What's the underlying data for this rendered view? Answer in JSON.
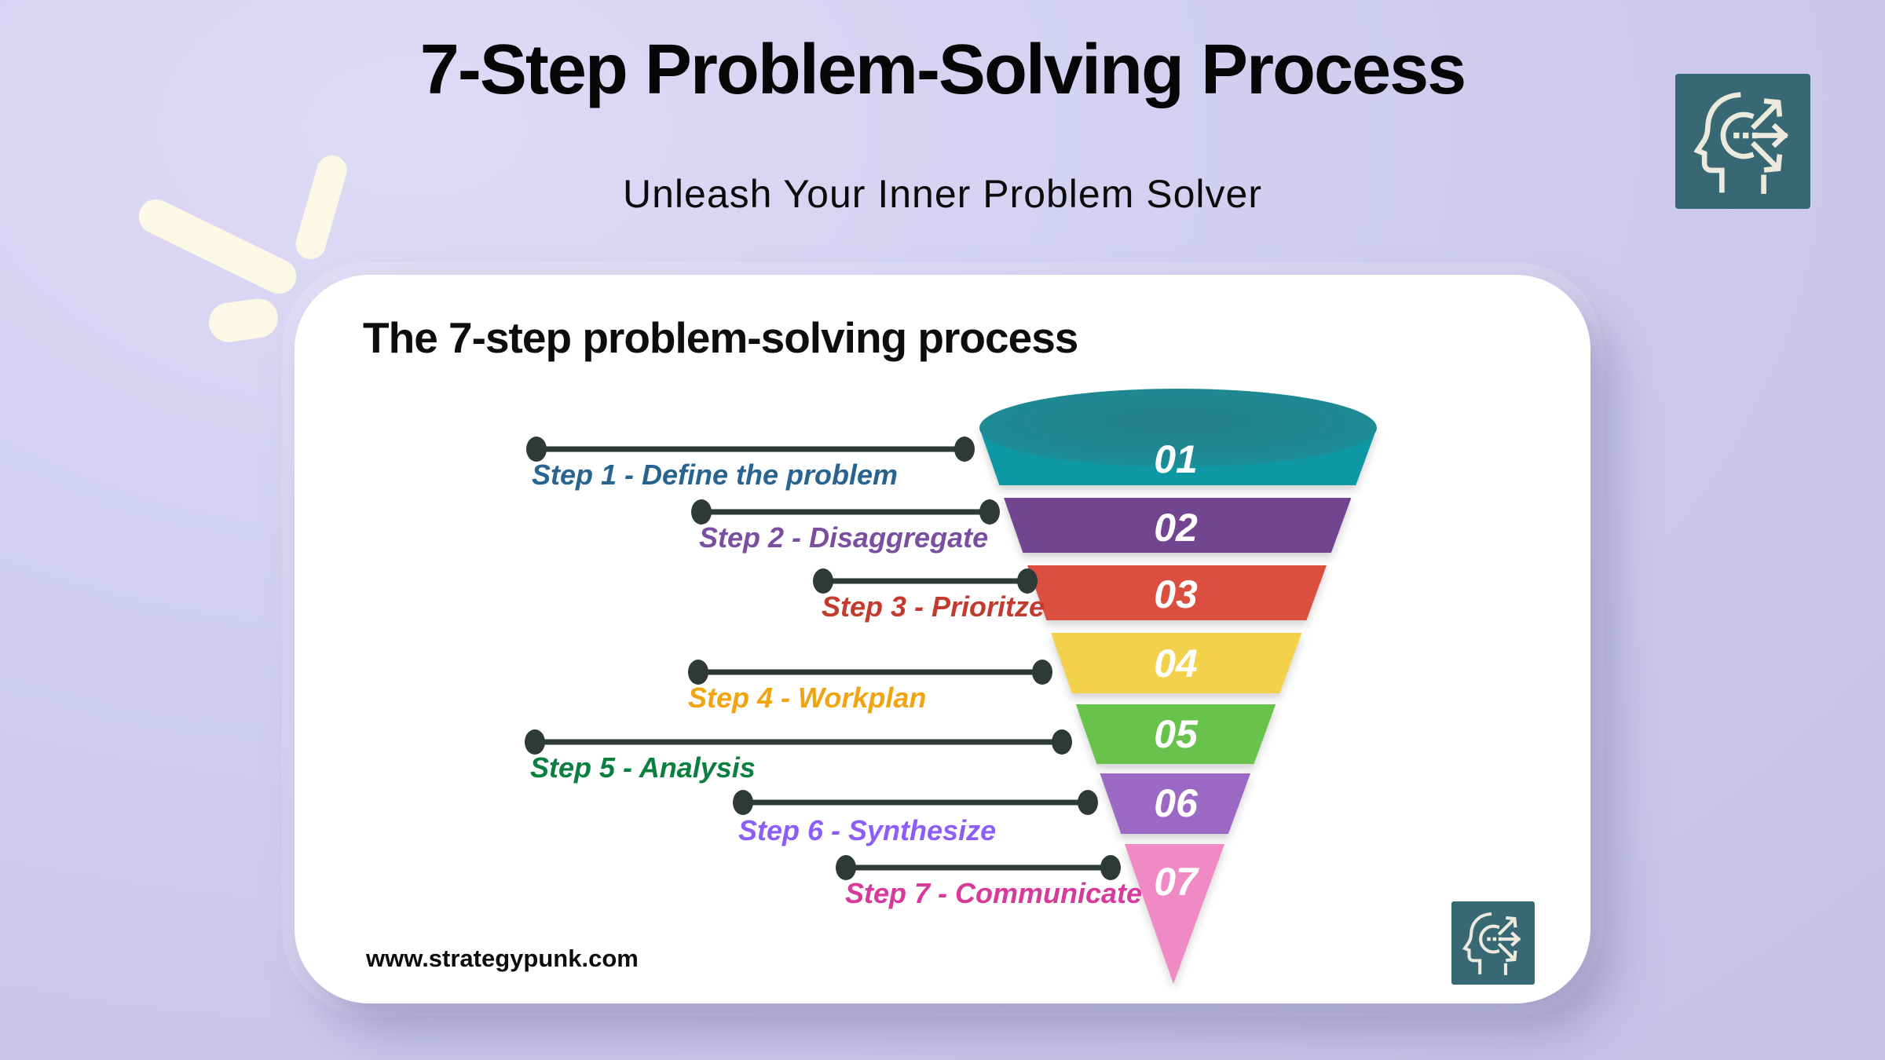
{
  "header": {
    "title": "7-Step Problem-Solving Process",
    "subtitle": "Unleash Your Inner Problem Solver"
  },
  "card": {
    "heading": "The 7-step problem-solving process",
    "website": "www.strategypunk.com"
  },
  "funnel": {
    "steps": [
      {
        "number": "01",
        "label": "Step 1 - Define the problem",
        "band_color": "#0f98a4",
        "label_color": "#27648f"
      },
      {
        "number": "02",
        "label": "Step 2 - Disaggregate",
        "band_color": "#71458f",
        "label_color": "#7b4fa0"
      },
      {
        "number": "03",
        "label": "Step 3 - Prioritze",
        "band_color": "#da5040",
        "label_color": "#c33a2e"
      },
      {
        "number": "04",
        "label": "Step 4 - Workplan",
        "band_color": "#f4d14c",
        "label_color": "#f0a510"
      },
      {
        "number": "05",
        "label": "Step 5 - Analysis",
        "band_color": "#67c24c",
        "label_color": "#0b7f3f"
      },
      {
        "number": "06",
        "label": "Step 6 - Synthesize",
        "band_color": "#9b68c4",
        "label_color": "#8c5ef7"
      },
      {
        "number": "07",
        "label": "Step 7 - Communicate",
        "band_color": "#ef8ac4",
        "label_color": "#d63a9a"
      }
    ],
    "top_ellipse_colors": {
      "center": "#257f88",
      "edge": "#1597a3"
    },
    "connector_color": "#2e3a35"
  },
  "logo": {
    "name": "strategypunk-head-icon",
    "background": "#386874"
  }
}
